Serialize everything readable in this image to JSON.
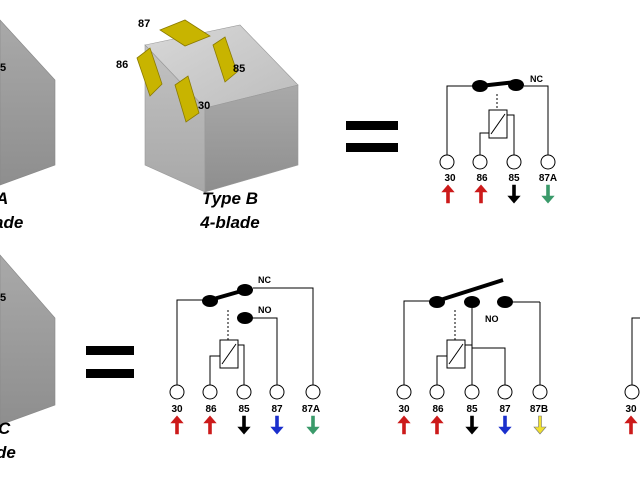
{
  "relay_b": {
    "pin_87": "87",
    "pin_86": "86",
    "pin_85": "85",
    "pin_30": "30",
    "caption_line1": "Type B",
    "caption_line2": "4-blade"
  },
  "relay_a": {
    "pin_85_partial": "5",
    "caption_line1_partial": "A",
    "caption_line2_partial": "ade"
  },
  "relay_c": {
    "pin_85_partial": "5",
    "caption_line1_partial": "C",
    "caption_line2_partial": "de"
  },
  "schematic_b": {
    "nc_label": "NC",
    "pins": [
      "30",
      "86",
      "85",
      "87A"
    ]
  },
  "schematic_c": {
    "nc_label": "NC",
    "no_label": "NO",
    "pins": [
      "30",
      "86",
      "85",
      "87",
      "87A"
    ]
  },
  "schematic_d": {
    "no_label": "NO",
    "pins": [
      "30",
      "86",
      "85",
      "87",
      "87B"
    ]
  },
  "schematic_e": {
    "pins": [
      "30"
    ]
  },
  "colors": {
    "arrow_red": "#cc1a1a",
    "arrow_black": "#000000",
    "arrow_blue": "#1a2fcc",
    "arrow_green": "#3a9a6a",
    "arrow_yellow": "#f0e030",
    "blade_gold": "#c8b400",
    "body_gray": "#b4b4b4"
  }
}
